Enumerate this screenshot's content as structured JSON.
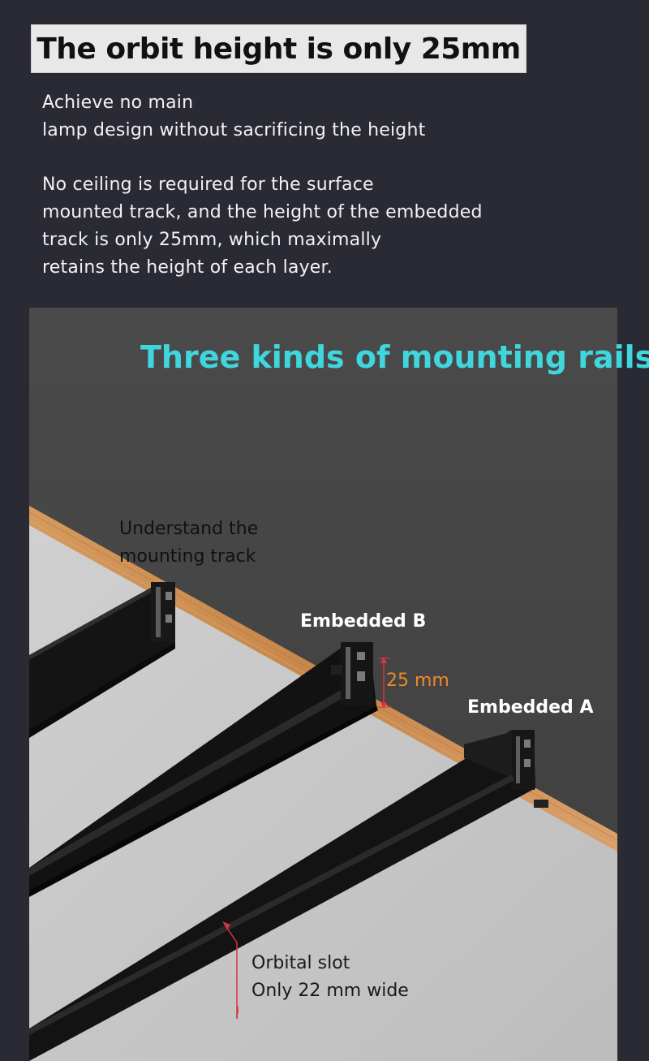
{
  "title": "The orbit height is only 25mm",
  "intro": {
    "paragraph1": [
      "Achieve no main",
      "lamp design without sacrificing the height"
    ],
    "paragraph2": [
      "No ceiling is required for the surface",
      "mounted track, and the height of the embedded",
      "track is only 25mm, which maximally",
      "retains the height of each layer."
    ]
  },
  "illustration": {
    "heading": "Three kinds of mounting rails",
    "surface_label": [
      "Understand the",
      "mounting track"
    ],
    "embedded_b_label": "Embedded B",
    "height_dimension": "25 mm",
    "embedded_a_label": "Embedded A",
    "slot_label": [
      "Orbital slot",
      "Only 22 mm wide"
    ]
  },
  "colors": {
    "page_background": "#2a2a35",
    "wall": "#474747",
    "ceiling": "#c4c4c4",
    "wood_edge": "#c98a52",
    "heading": "#3fd6de",
    "dimension": "#f0892a",
    "marker_line": "#d8343c"
  }
}
